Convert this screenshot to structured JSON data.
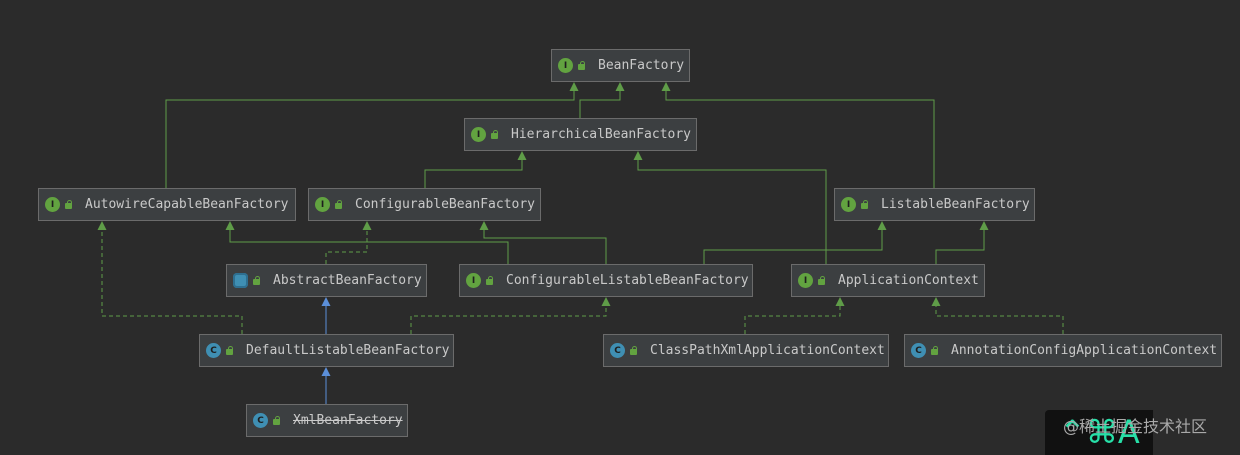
{
  "diagram": {
    "nodes": [
      {
        "id": "BeanFactory",
        "label": "BeanFactory",
        "kind": "interface",
        "kind_letter": "I"
      },
      {
        "id": "HierarchicalBeanFactory",
        "label": "HierarchicalBeanFactory",
        "kind": "interface",
        "kind_letter": "I"
      },
      {
        "id": "AutowireCapableBeanFactory",
        "label": "AutowireCapableBeanFactory",
        "kind": "interface",
        "kind_letter": "I"
      },
      {
        "id": "ConfigurableBeanFactory",
        "label": "ConfigurableBeanFactory",
        "kind": "interface",
        "kind_letter": "I"
      },
      {
        "id": "ListableBeanFactory",
        "label": "ListableBeanFactory",
        "kind": "interface",
        "kind_letter": "I"
      },
      {
        "id": "AbstractBeanFactory",
        "label": "AbstractBeanFactory",
        "kind": "abstract",
        "kind_letter": ""
      },
      {
        "id": "ConfigurableListableBeanFactory",
        "label": "ConfigurableListableBeanFactory",
        "kind": "interface",
        "kind_letter": "I"
      },
      {
        "id": "ApplicationContext",
        "label": "ApplicationContext",
        "kind": "interface",
        "kind_letter": "I"
      },
      {
        "id": "DefaultListableBeanFactory",
        "label": "DefaultListableBeanFactory",
        "kind": "class",
        "kind_letter": "C"
      },
      {
        "id": "ClassPathXmlApplicationContext",
        "label": "ClassPathXmlApplicationContext",
        "kind": "class",
        "kind_letter": "C"
      },
      {
        "id": "AnnotationConfigApplicationContext",
        "label": "AnnotationConfigApplicationContext",
        "kind": "class",
        "kind_letter": "C"
      },
      {
        "id": "XmlBeanFactory",
        "label": "XmlBeanFactory",
        "kind": "class",
        "kind_letter": "C",
        "deprecated": true
      }
    ],
    "edges": [
      {
        "from": "HierarchicalBeanFactory",
        "to": "BeanFactory",
        "type": "extends"
      },
      {
        "from": "AutowireCapableBeanFactory",
        "to": "BeanFactory",
        "type": "extends"
      },
      {
        "from": "ListableBeanFactory",
        "to": "BeanFactory",
        "type": "extends"
      },
      {
        "from": "ConfigurableBeanFactory",
        "to": "HierarchicalBeanFactory",
        "type": "extends"
      },
      {
        "from": "ApplicationContext",
        "to": "HierarchicalBeanFactory",
        "type": "extends"
      },
      {
        "from": "ConfigurableListableBeanFactory",
        "to": "AutowireCapableBeanFactory",
        "type": "extends"
      },
      {
        "from": "ConfigurableListableBeanFactory",
        "to": "ConfigurableBeanFactory",
        "type": "extends"
      },
      {
        "from": "ConfigurableListableBeanFactory",
        "to": "ListableBeanFactory",
        "type": "extends"
      },
      {
        "from": "ApplicationContext",
        "to": "ListableBeanFactory",
        "type": "extends"
      },
      {
        "from": "AbstractBeanFactory",
        "to": "ConfigurableBeanFactory",
        "type": "implements"
      },
      {
        "from": "DefaultListableBeanFactory",
        "to": "AbstractBeanFactory",
        "type": "inherits"
      },
      {
        "from": "DefaultListableBeanFactory",
        "to": "AutowireCapableBeanFactory",
        "type": "implements"
      },
      {
        "from": "DefaultListableBeanFactory",
        "to": "ConfigurableListableBeanFactory",
        "type": "implements"
      },
      {
        "from": "XmlBeanFactory",
        "to": "DefaultListableBeanFactory",
        "type": "inherits"
      },
      {
        "from": "ClassPathXmlApplicationContext",
        "to": "ApplicationContext",
        "type": "implements"
      },
      {
        "from": "AnnotationConfigApplicationContext",
        "to": "ApplicationContext",
        "type": "implements"
      }
    ]
  },
  "colors": {
    "background": "#2b2b2b",
    "node_fill": "#3c3f41",
    "node_border": "#6b6b6b",
    "interface_icon": "#62a340",
    "class_icon": "#3f8fb3",
    "extends_line": "#5f9c48",
    "inherits_line": "#5b8fd9"
  },
  "watermark": {
    "symbol": "⌃⌘A",
    "text": "@稀土掘金技术社区"
  }
}
